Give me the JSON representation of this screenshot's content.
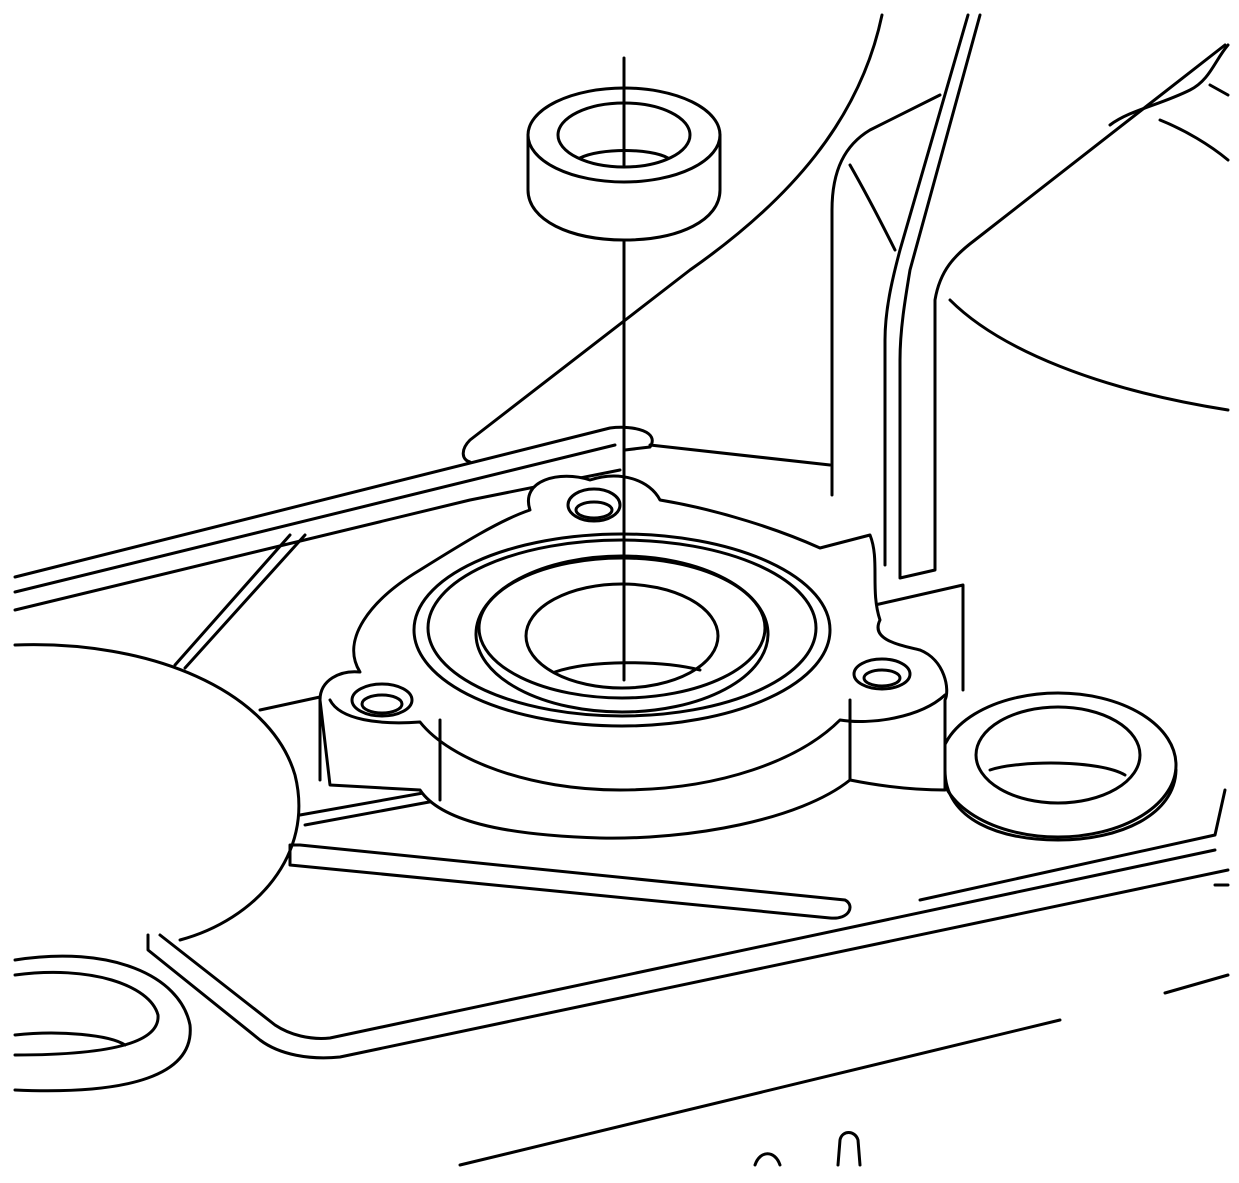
{
  "diagram": {
    "kind": "technical line illustration",
    "components": [
      "seal",
      "installation-guide-line",
      "seal-bore-flange",
      "mounting-holes",
      "gasket-channel",
      "housing"
    ],
    "colors": {
      "line": "#000000",
      "background": "#ffffff"
    }
  }
}
